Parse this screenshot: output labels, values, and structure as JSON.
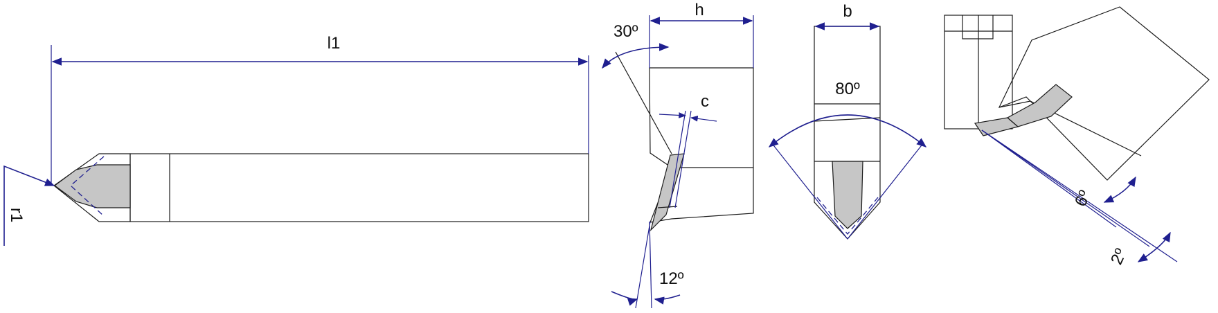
{
  "diagram": {
    "side_view": {
      "length_label": "l1",
      "radius_label": "r1"
    },
    "end_view": {
      "top_angle_label": "30º",
      "height_label": "h",
      "chamfer_label": "c",
      "bottom_angle_label": "12º"
    },
    "front_view": {
      "width_label": "b",
      "point_angle_label": "80º"
    },
    "iso_view": {
      "clearance_angle_label": "6º",
      "secondary_angle_label": "2º"
    },
    "colors": {
      "dimension_lines": "#1f1f8f",
      "insert_fill": "#c6c6c6",
      "outline": "#1a1a1a"
    }
  }
}
